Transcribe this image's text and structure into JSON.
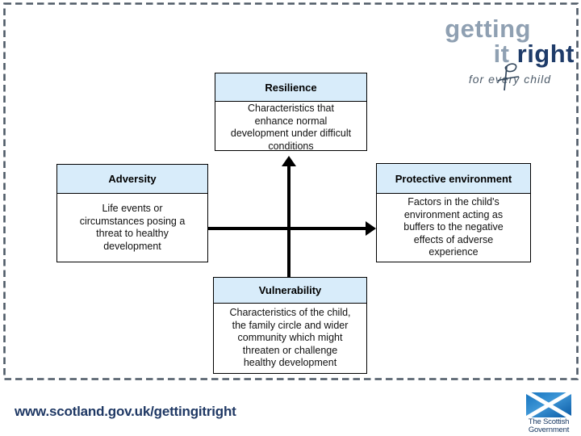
{
  "logo": {
    "word1": "getting",
    "word2": "it ",
    "word3": "right",
    "tagline": "for every child"
  },
  "diagram": {
    "resilience": {
      "title": "Resilience",
      "description": [
        "Characteristics that",
        "enhance normal",
        "development under difficult",
        "conditions"
      ]
    },
    "adversity": {
      "title": "Adversity",
      "description": [
        "Life events or",
        "circumstances posing a",
        "threat to healthy",
        "development"
      ]
    },
    "protective": {
      "title": "Protective environment",
      "description": [
        "Factors in the child's",
        "environment acting as",
        "buffers to the negative",
        "effects of adverse",
        "experience"
      ]
    },
    "vulnerability": {
      "title": "Vulnerability",
      "description": [
        "Characteristics of the child,",
        "the family circle and wider",
        "community which might",
        "threaten or challenge",
        "healthy development"
      ]
    }
  },
  "footer": {
    "url": "www.scotland.gov.uk/gettingitright"
  },
  "gov_logo": {
    "text": [
      "The Scottish",
      "Government"
    ]
  },
  "icons": {
    "child_figure": "child-with-flag-icon",
    "saltire_flag": "scottish-saltire-flag-icon"
  },
  "colors": {
    "header_fill": "#D8ECFA",
    "logo_gray_blue": "#8FA0B2",
    "logo_navy": "#1E3B69",
    "url_navy": "#1F3864",
    "dash_border": "#4E5A67",
    "flag_blue": "#0B61AE",
    "axis_black": "#000000"
  }
}
